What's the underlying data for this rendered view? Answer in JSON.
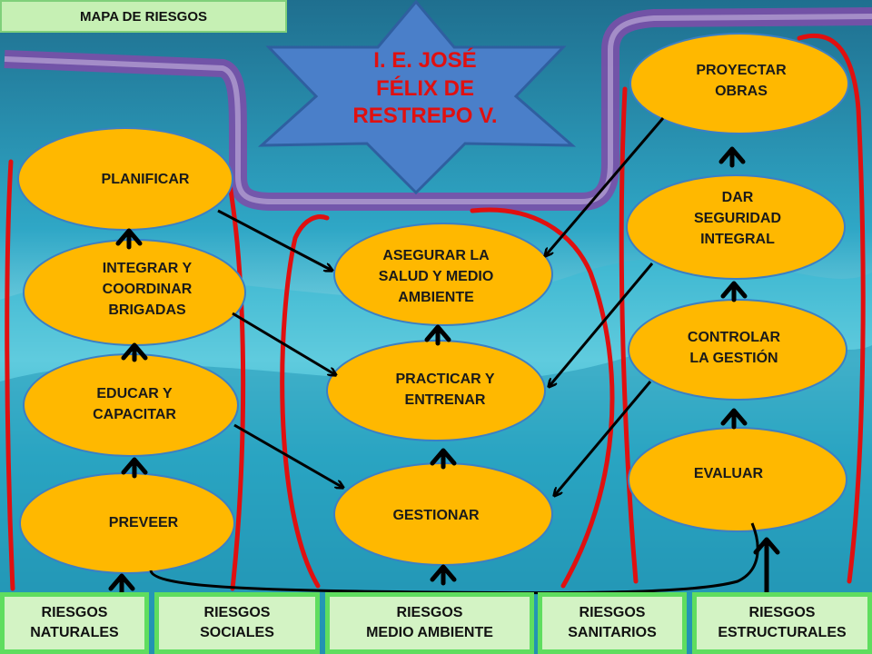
{
  "title": "MAPA DE RIESGOS",
  "center_label": [
    "I. E. JOSÉ",
    "FÉLIX DE",
    "RESTREPO V."
  ],
  "columns": {
    "naturales": [
      "PLANIFICAR",
      "INTEGRAR Y\nCOORDINAR\nBRIGADAS",
      "EDUCAR Y\nCAPACITAR",
      "PREVEER"
    ],
    "medio_ambiente": [
      "ASEGURAR LA\nSALUD Y MEDIO\nAMBIENTE",
      "PRACTICAR Y\nENTRENAR",
      "GESTIONAR"
    ],
    "estructurales": [
      "PROYECTAR\nOBRAS",
      "DAR\nSEGURIDAD\nINTEGRAL",
      "CONTROLAR\nLA GESTIÓN",
      "EVALUAR"
    ]
  },
  "categories": [
    "RIESGOS\nNATURALES",
    "RIESGOS\nSOCIALES",
    "RIESGOS\nMEDIO AMBIENTE",
    "RIESGOS\nSANITARIOS",
    "RIESGOS\nESTRUCTURALES"
  ],
  "colors": {
    "node_fill": "#FFB800",
    "node_stroke": "#3b7fc4",
    "star_fill": "#4a7fc9",
    "star_stroke": "#2f5fa0",
    "title_text": "#e01010",
    "red_group": "#e01010",
    "purple_band": "#7b4fa8",
    "category_border": "#5fdd5f"
  }
}
